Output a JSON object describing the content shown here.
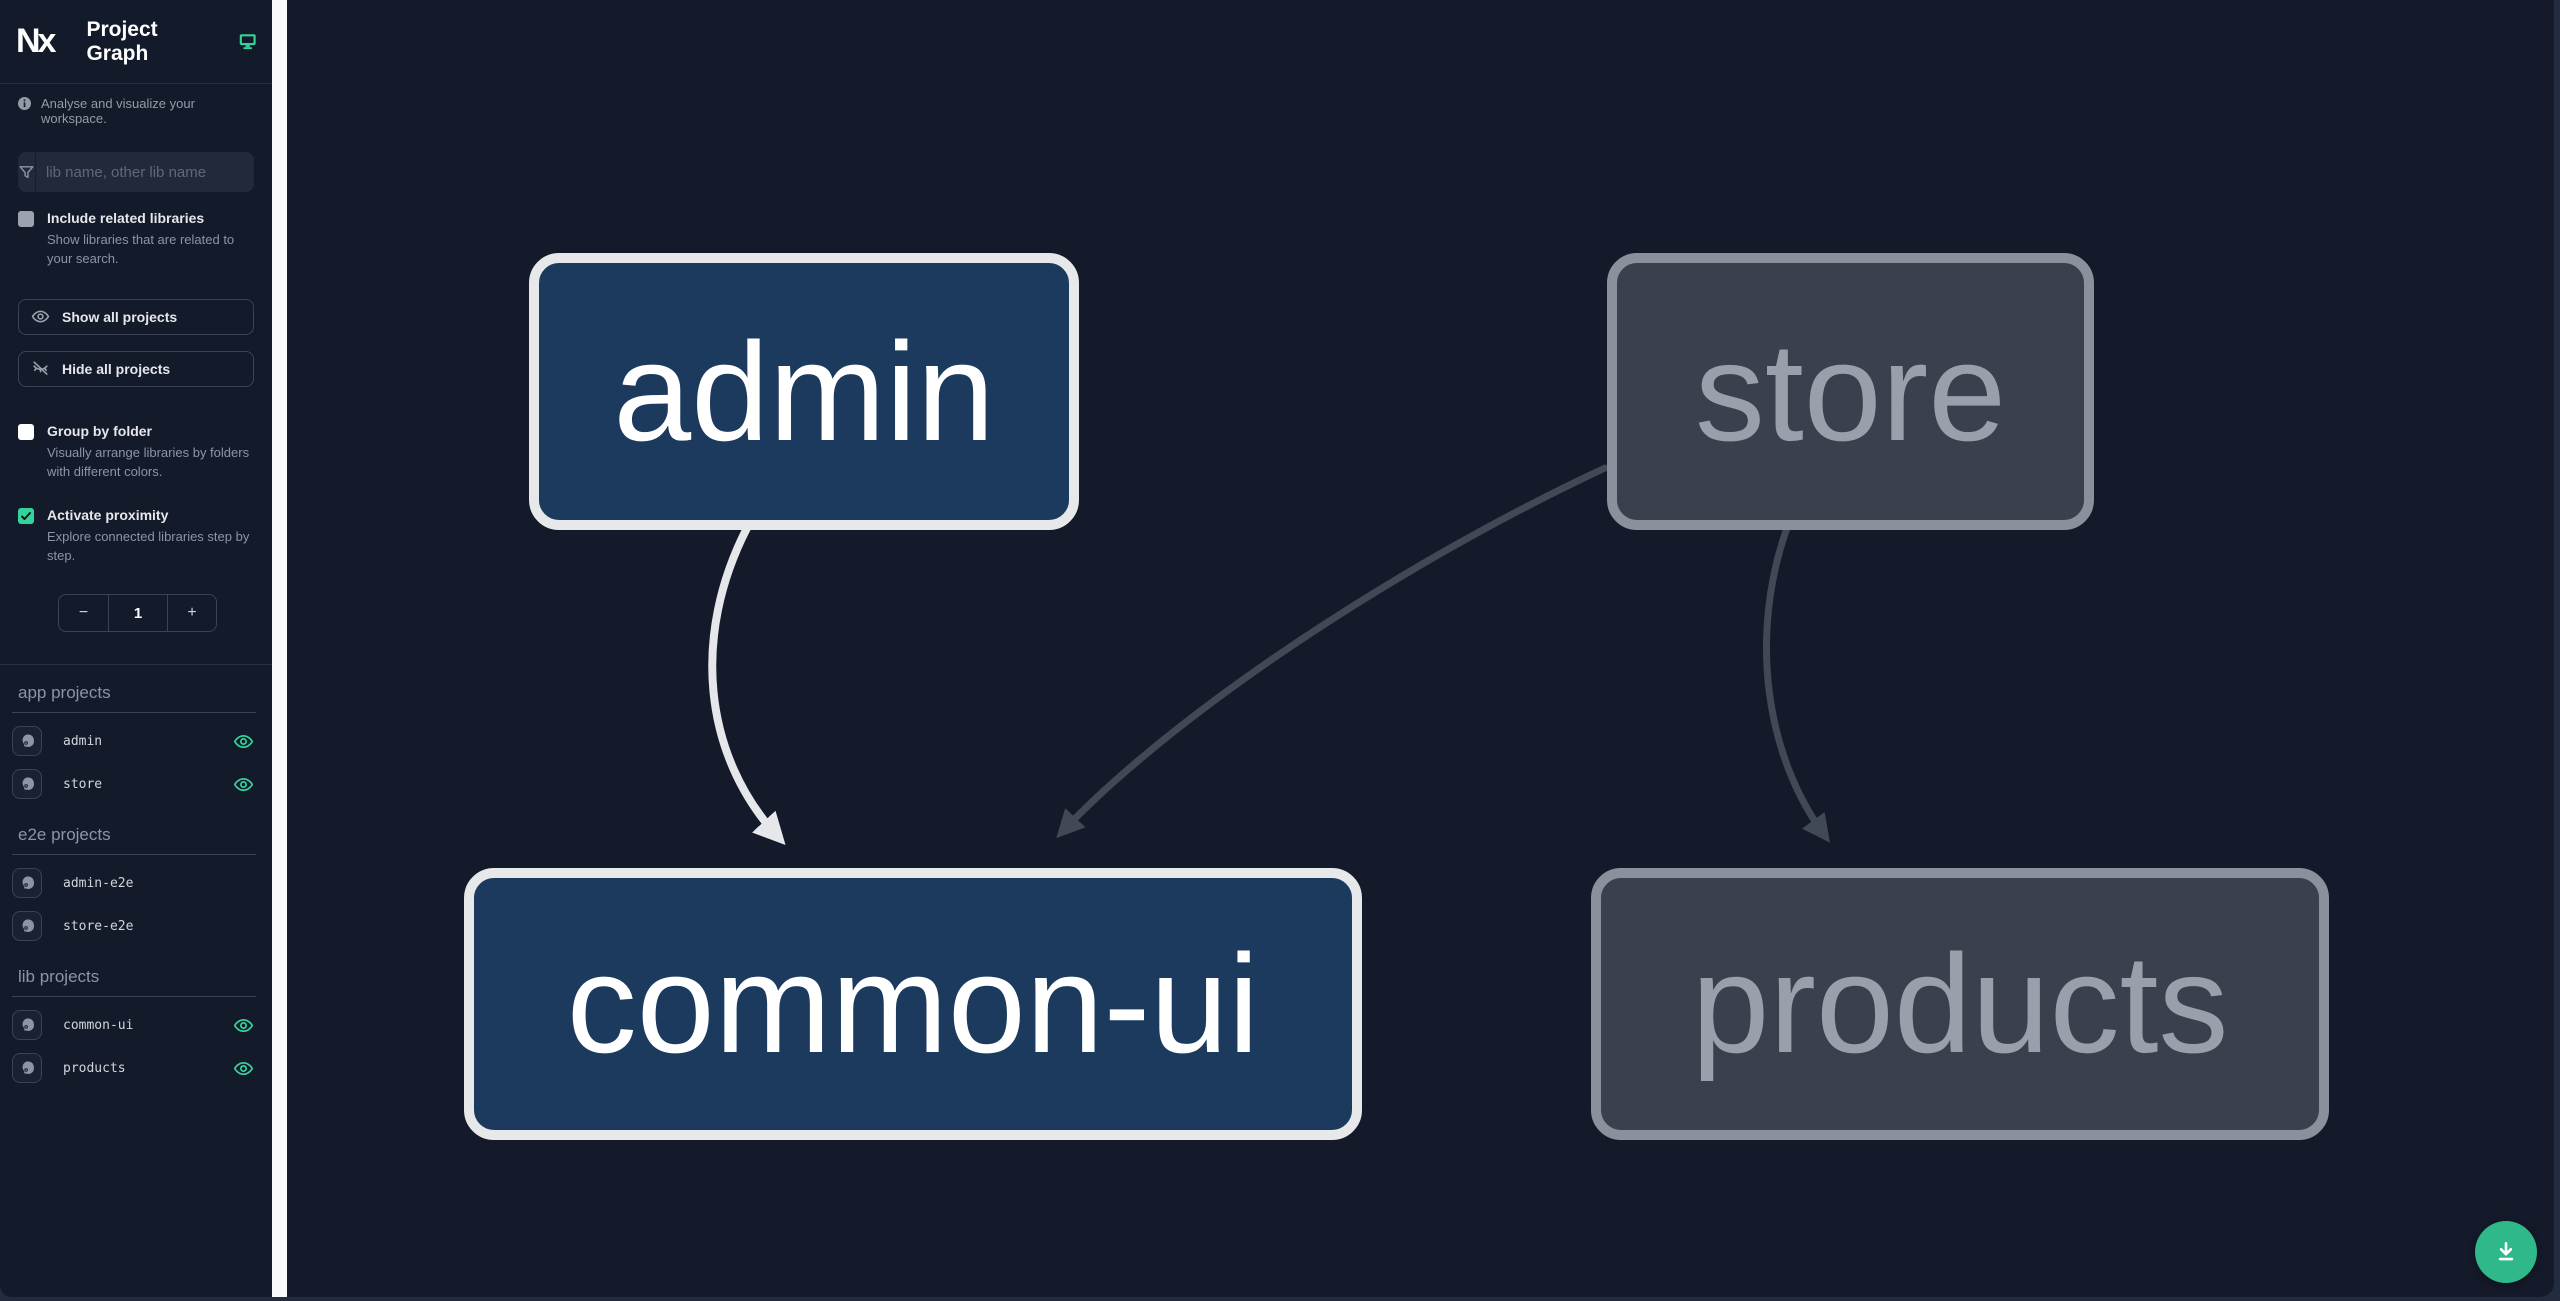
{
  "header": {
    "logo_text": "Nx",
    "title": "Project Graph"
  },
  "intro": {
    "text": "Analyse and visualize your workspace."
  },
  "search": {
    "placeholder": "lib name, other lib name"
  },
  "options": [
    {
      "label": "Include related libraries",
      "description": "Show libraries that are related to your search.",
      "checked": false
    },
    {
      "label": "Group by folder",
      "description": "Visually arrange libraries by folders with different colors.",
      "checked": false
    },
    {
      "label": "Activate proximity",
      "description": "Explore connected libraries step by step.",
      "checked": true
    }
  ],
  "actions": {
    "show_all": "Show all projects",
    "hide_all": "Hide all projects"
  },
  "proximity_stepper": {
    "decrement_label": "−",
    "value": "1",
    "increment_label": "+"
  },
  "project_lists": {
    "groups": [
      {
        "title": "app projects",
        "items": [
          {
            "name": "admin",
            "visible_in_graph": true
          },
          {
            "name": "store",
            "visible_in_graph": true
          }
        ]
      },
      {
        "title": "e2e projects",
        "items": [
          {
            "name": "admin-e2e",
            "visible_in_graph": false
          },
          {
            "name": "store-e2e",
            "visible_in_graph": false
          }
        ]
      },
      {
        "title": "lib projects",
        "items": [
          {
            "name": "common-ui",
            "visible_in_graph": true
          },
          {
            "name": "products",
            "visible_in_graph": true
          }
        ]
      }
    ]
  },
  "graph": {
    "nodes": [
      {
        "id": "admin",
        "label": "admin",
        "state": "focused"
      },
      {
        "id": "store",
        "label": "store",
        "state": "faded"
      },
      {
        "id": "common-ui",
        "label": "common-ui",
        "state": "focused"
      },
      {
        "id": "products",
        "label": "products",
        "state": "faded"
      }
    ],
    "edges": [
      {
        "source": "admin",
        "target": "common-ui",
        "state": "highlighted"
      },
      {
        "source": "store",
        "target": "common-ui",
        "state": "faded"
      },
      {
        "source": "store",
        "target": "products",
        "state": "faded"
      }
    ]
  },
  "fab": {
    "icon": "download-icon"
  },
  "colors": {
    "accent_teal": "#34d399",
    "fab_green": "#2fb98a",
    "sidebar_bg": "#131a2a",
    "canvas_bg": "#141a29",
    "divider_strip": "#f8f9fa",
    "node_focused_fill": "#1c3a5e",
    "node_focused_border": "#e7e8ea",
    "node_faded_fill": "#3a404e",
    "node_faded_border": "#8b919c",
    "edge_highlighted": "#e5e7eb",
    "edge_faded": "#414856"
  }
}
